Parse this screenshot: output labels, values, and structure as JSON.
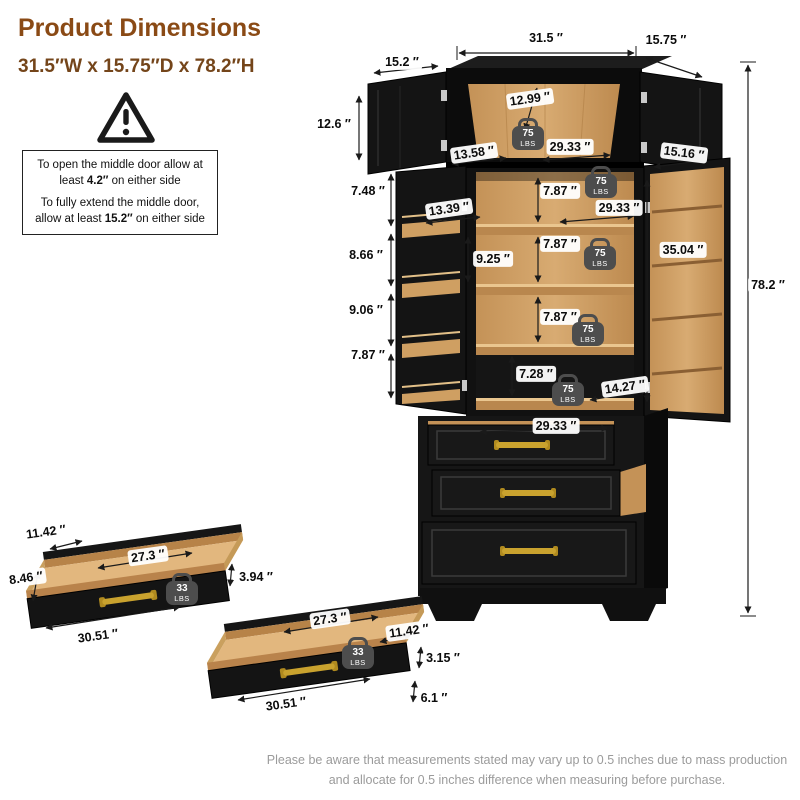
{
  "header": {
    "title": "Product Dimensions",
    "subtitle": "31.5″W x 15.75″D x 78.2″H"
  },
  "warning": {
    "line1_pre": "To open the middle door allow at least ",
    "line1_bold": "4.2″",
    "line1_post": " on either side",
    "line2_pre": "To fully extend the middle door, allow at least ",
    "line2_bold": "15.2″",
    "line2_post": " on either side"
  },
  "weights": {
    "shelf": "75",
    "drawer": "33",
    "unit": "LBS"
  },
  "dims": {
    "top_width": "31.5 ″",
    "top_depth": "15.75 ″",
    "top_door_width": "15.2 ″",
    "top_door_height": "12.6 ″",
    "top_interior_depth": "12.99 ″",
    "top_left_clearance": "13.58 ″",
    "top_interior_width": "29.33 ″",
    "top_right_door": "15.16 ″",
    "rack_gap_1": "7.48 ″",
    "rack_gap_2": "8.66 ″",
    "rack_gap_3": "9.06 ″",
    "rack_gap_4": "7.87 ″",
    "mid_left_clearance": "13.39 ″",
    "mid_depth": "9.25 ″",
    "shelf_gap_1": "7.87 ″",
    "shelf_gap_2": "7.87 ″",
    "shelf_gap_3": "7.87 ″",
    "mid_interior_width": "29.33 ″",
    "right_door_height": "35.04 ″",
    "total_height": "78.2 ″",
    "bottom_gap": "7.28 ″",
    "bottom_clearance": "14.27 ″",
    "drawer_front_width": "29.33 ″"
  },
  "drawer1": {
    "depth": "11.42 ″",
    "inner_width": "27.3 ″",
    "height": "8.46 ″",
    "outer_width": "30.51 ″",
    "front_height": "3.94 ″"
  },
  "drawer2": {
    "inner_width": "27.3 ″",
    "depth": "11.42 ″",
    "front_height": "3.15 ″",
    "outer_width": "30.51 ″",
    "height": "6.1 ″"
  },
  "disclaimer": "Please be aware that measurements stated may vary up to 0.5 inches due to mass production and allocate for 0.5 inches difference when measuring before purchase.",
  "colors": {
    "accent_brown": "#8a4a15",
    "cabinet_black": "#141414",
    "wood": "#d8ab72",
    "handle_gold": "#c9a22e",
    "weight_badge": "#4d4d4d",
    "disclaimer_gray": "#9b9b9b"
  }
}
